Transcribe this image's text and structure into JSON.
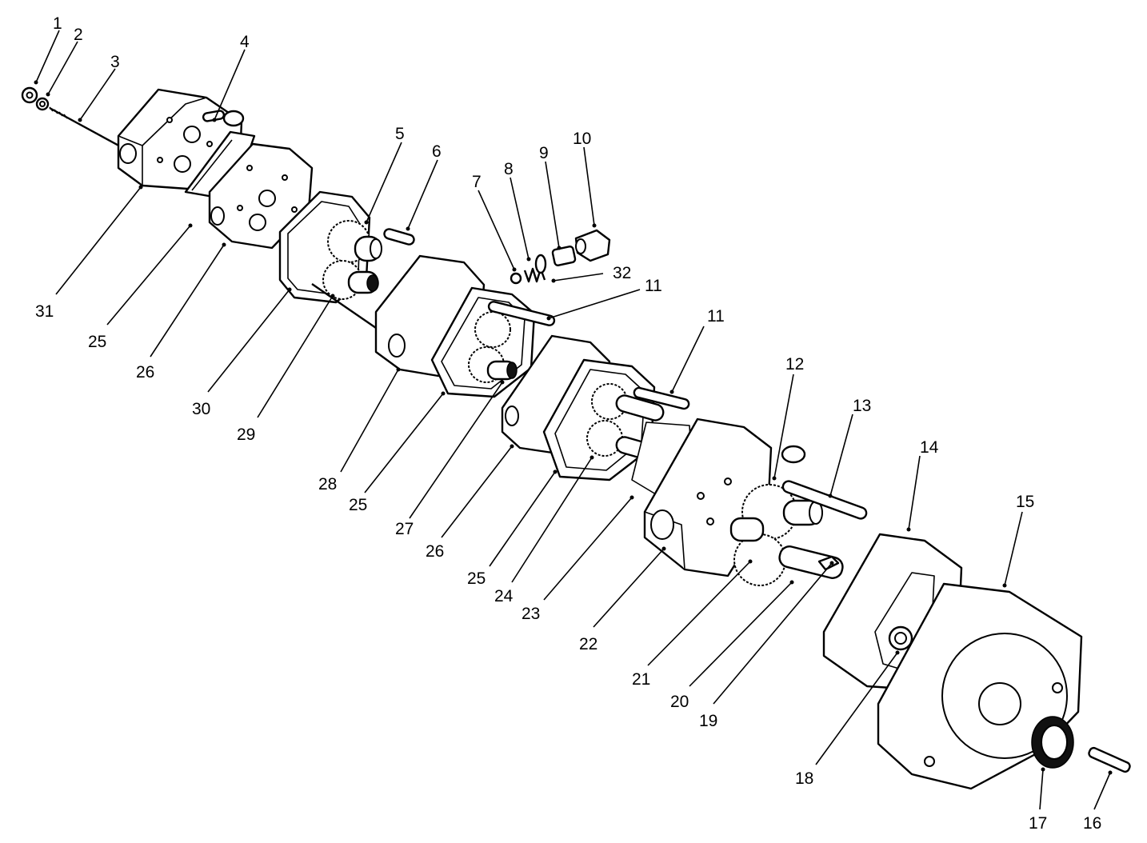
{
  "diagram": {
    "callouts": [
      {
        "id": "c1",
        "text": "1"
      },
      {
        "id": "c2",
        "text": "2"
      },
      {
        "id": "c3",
        "text": "3"
      },
      {
        "id": "c4",
        "text": "4"
      },
      {
        "id": "c5",
        "text": "5"
      },
      {
        "id": "c6",
        "text": "6"
      },
      {
        "id": "c7",
        "text": "7"
      },
      {
        "id": "c8",
        "text": "8"
      },
      {
        "id": "c9",
        "text": "9"
      },
      {
        "id": "c10",
        "text": "10"
      },
      {
        "id": "c11a",
        "text": "11"
      },
      {
        "id": "c11b",
        "text": "11"
      },
      {
        "id": "c12",
        "text": "12"
      },
      {
        "id": "c13",
        "text": "13"
      },
      {
        "id": "c14",
        "text": "14"
      },
      {
        "id": "c15",
        "text": "15"
      },
      {
        "id": "c16",
        "text": "16"
      },
      {
        "id": "c17",
        "text": "17"
      },
      {
        "id": "c18",
        "text": "18"
      },
      {
        "id": "c19",
        "text": "19"
      },
      {
        "id": "c20",
        "text": "20"
      },
      {
        "id": "c21",
        "text": "21"
      },
      {
        "id": "c22",
        "text": "22"
      },
      {
        "id": "c23",
        "text": "23"
      },
      {
        "id": "c24",
        "text": "24"
      },
      {
        "id": "c25a",
        "text": "25"
      },
      {
        "id": "c25b",
        "text": "25"
      },
      {
        "id": "c25c",
        "text": "25"
      },
      {
        "id": "c26a",
        "text": "26"
      },
      {
        "id": "c26b",
        "text": "26"
      },
      {
        "id": "c27",
        "text": "27"
      },
      {
        "id": "c28",
        "text": "28"
      },
      {
        "id": "c29",
        "text": "29"
      },
      {
        "id": "c30",
        "text": "30"
      },
      {
        "id": "c31",
        "text": "31"
      },
      {
        "id": "c32",
        "text": "32"
      }
    ]
  }
}
